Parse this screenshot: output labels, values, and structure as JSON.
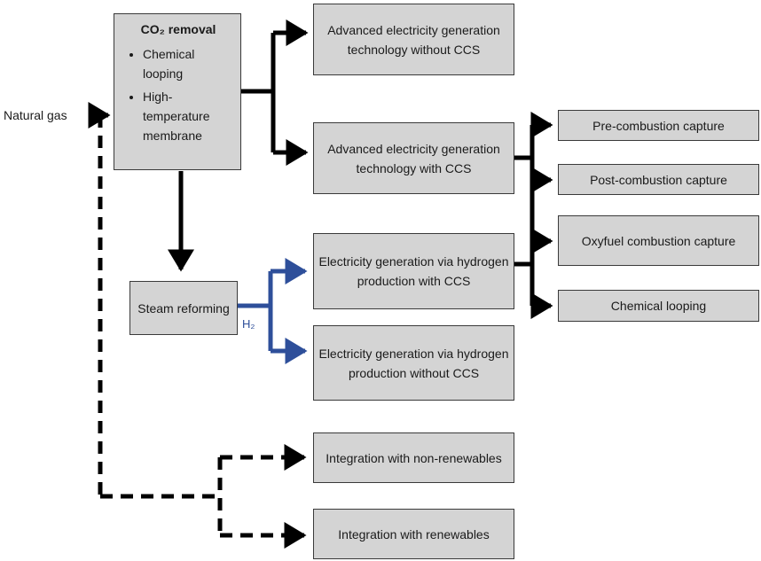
{
  "source_label": "Natural gas",
  "h2_label": "H₂",
  "co2_removal": {
    "title": "CO₂ removal",
    "items": [
      "Chemical looping",
      "High-temperature membrane"
    ]
  },
  "steam_reforming": "Steam reforming",
  "generation": {
    "without_ccs": "Advanced electricity generation technology without CCS",
    "with_ccs": "Advanced electricity generation technology with CCS",
    "hydrogen_with_ccs": "Electricity generation via hydrogen production with CCS",
    "hydrogen_without_ccs": "Electricity generation via hydrogen production without CCS"
  },
  "capture": {
    "pre": "Pre-combustion capture",
    "post": "Post-combustion capture",
    "oxyfuel": "Oxyfuel combustion capture",
    "chemical_looping": "Chemical looping"
  },
  "integration": {
    "non_renewables": "Integration with non-renewables",
    "renewables": "Integration with renewables"
  },
  "colors": {
    "box_fill": "#d4d4d4",
    "solid_line": "#000000",
    "hydrogen_line": "#2e4f9a"
  }
}
